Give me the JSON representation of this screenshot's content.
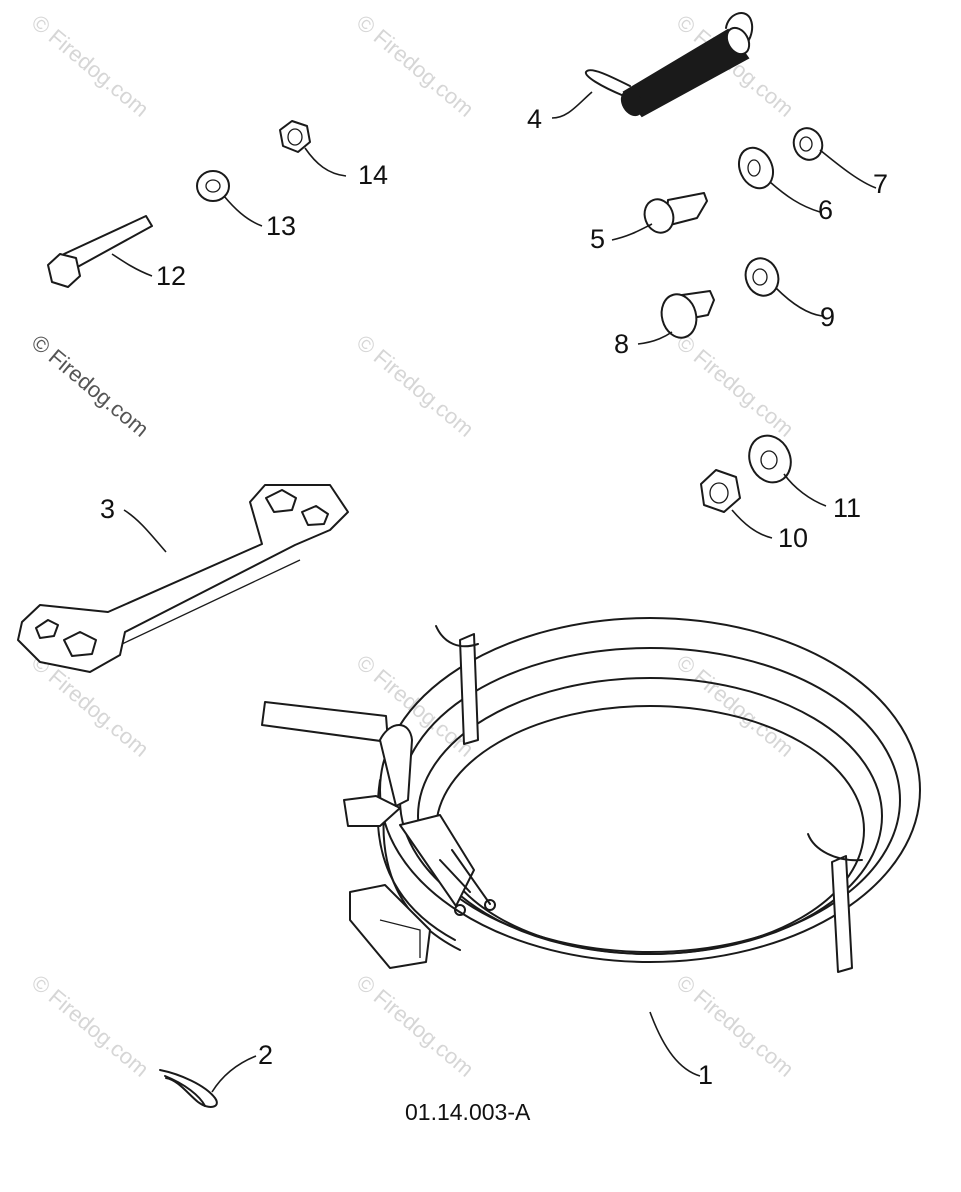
{
  "diagram": {
    "drawing_code": "01.14.003-A",
    "watermark": "© Firedog.com",
    "parts": [
      {
        "number": "1",
        "icon": "extension-cord-coil-icon"
      },
      {
        "number": "2",
        "icon": "hairpin-clip-icon"
      },
      {
        "number": "3",
        "icon": "wrench-plate-icon"
      },
      {
        "number": "4",
        "icon": "spring-icon"
      },
      {
        "number": "5",
        "icon": "shoulder-bolt-icon"
      },
      {
        "number": "6",
        "icon": "washer-icon"
      },
      {
        "number": "7",
        "icon": "flange-nut-icon"
      },
      {
        "number": "8",
        "icon": "carriage-bolt-icon"
      },
      {
        "number": "9",
        "icon": "flange-nut-icon"
      },
      {
        "number": "10",
        "icon": "lock-nut-icon"
      },
      {
        "number": "11",
        "icon": "washer-icon"
      },
      {
        "number": "12",
        "icon": "hex-bolt-icon"
      },
      {
        "number": "13",
        "icon": "spacer-icon"
      },
      {
        "number": "14",
        "icon": "lock-nut-icon"
      }
    ]
  }
}
